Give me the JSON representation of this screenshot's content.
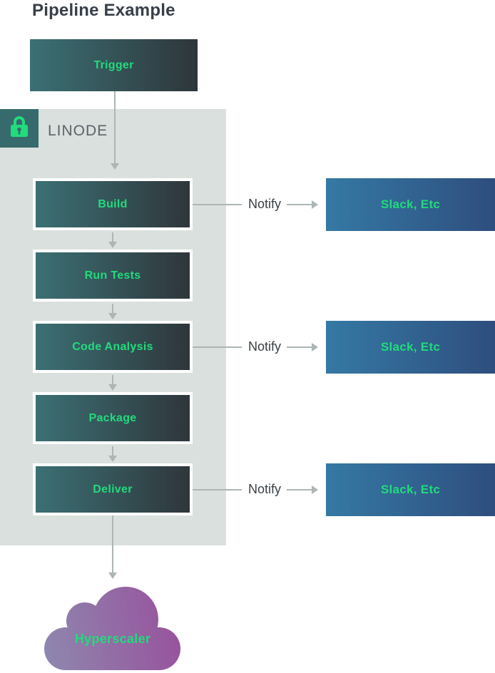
{
  "title": "Pipeline Example",
  "zone": {
    "label": "LINODE",
    "icon": "lock-icon"
  },
  "trigger": {
    "label": "Trigger"
  },
  "steps": [
    {
      "label": "Build"
    },
    {
      "label": "Run Tests"
    },
    {
      "label": "Code Analysis"
    },
    {
      "label": "Package"
    },
    {
      "label": "Deliver"
    }
  ],
  "notify": {
    "label": "Notify",
    "target_label": "Slack, Etc"
  },
  "cloud": {
    "label": "Hyperscaler"
  },
  "colors": {
    "title_text": "#383F48",
    "node_gradient_start": "#3B7074",
    "node_gradient_end": "#2E363B",
    "slack_gradient_start": "#3579A4",
    "slack_gradient_end": "#2E4E7E",
    "cloud_gradient_start": "#8E87AE",
    "cloud_gradient_end": "#98519C",
    "label_green": "#21DB7C",
    "zone_background": "#D9E0DD",
    "lock_badge_background": "#376A6D",
    "zone_label_text": "#5A6468",
    "arrow_gray": "#ADB5B5",
    "notify_text": "#3A4045"
  }
}
